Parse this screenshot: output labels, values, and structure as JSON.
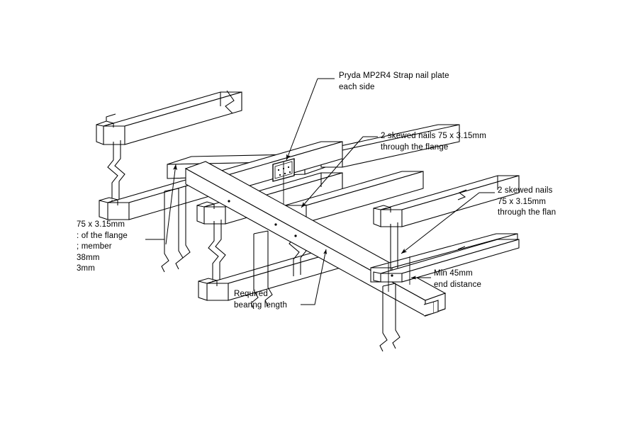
{
  "document": {
    "title": "Pryda I-Joist bearing and strap nail plate connection detail",
    "drawing_type": "isometric line drawing",
    "background_color": "#ffffff",
    "line_color": "#000000"
  },
  "annotations": {
    "nail_plate": {
      "name": "pryda-strap-nail-plate-label",
      "line1": "Pryda MP2R4 Strap nail plate",
      "line2": "each side"
    },
    "skewed_nails_top": {
      "name": "skewed-nails-flange-label",
      "line1": "2 skewed nails 75 x 3.15mm",
      "line2": "through the flange"
    },
    "skewed_nails_right": {
      "name": "skewed-nails-right-label",
      "line1": "2 skewed nails",
      "line2": "75 x 3.15mm",
      "line3": "through the flan"
    },
    "left_note": {
      "name": "left-clipped-note",
      "line1": "75 x 3.15mm",
      "line2": ": of the flange",
      "line3": "; member",
      "line4": "38mm",
      "line5": "3mm"
    },
    "bearing_length": {
      "name": "required-bearing-length-label",
      "line1": "Required",
      "line2": "bearing length"
    },
    "min_end_distance": {
      "name": "min-end-distance-label",
      "line1": "Min 45mm",
      "line2": "end distance"
    }
  },
  "components": {
    "left_joist": "I-joist with top and bottom flanges and broken web",
    "centre_joist": "I-joist with strap nail plate at splice over bearer",
    "right_joist": "I-joist bearing on trimmer beam",
    "bearer_beam": "continuous timber bearer running diagonally",
    "posts": "supporting posts with break symbols"
  }
}
